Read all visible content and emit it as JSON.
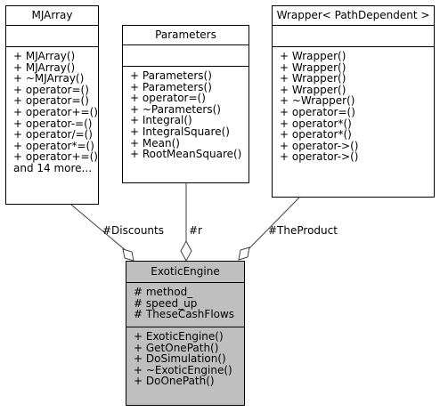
{
  "classes": {
    "mjarray": {
      "name": "MJArray",
      "attributes": [],
      "methods": [
        "+ MJArray()",
        "+ MJArray()",
        "+ ~MJArray()",
        "+ operator=()",
        "+ operator=()",
        "+ operator+=()",
        "+ operator-=()",
        "+ operator/=()",
        "+ operator*=()",
        "+ operator+=()",
        "and 14 more..."
      ]
    },
    "parameters": {
      "name": "Parameters",
      "attributes": [],
      "methods": [
        "+ Parameters()",
        "+ Parameters()",
        "+ operator=()",
        "+ ~Parameters()",
        "+ Integral()",
        "+ IntegralSquare()",
        "+ Mean()",
        "+ RootMeanSquare()"
      ]
    },
    "wrapper": {
      "name": "Wrapper< PathDependent >",
      "attributes": [],
      "methods": [
        "+ Wrapper()",
        "+ Wrapper()",
        "+ Wrapper()",
        "+ Wrapper()",
        "+ ~Wrapper()",
        "+ operator=()",
        "+ operator*()",
        "+ operator*()",
        "+ operator->()",
        "+ operator->()"
      ]
    },
    "exoticengine": {
      "name": "ExoticEngine",
      "attributes": [
        "# method_",
        "# speed_up",
        "# TheseCashFlows"
      ],
      "methods": [
        "+ ExoticEngine()",
        "+ GetOnePath()",
        "+ DoSimulation()",
        "+ ~ExoticEngine()",
        "+ DoOnePath()"
      ]
    }
  },
  "edges": {
    "discounts": "#Discounts",
    "r": "#r",
    "product": "#TheProduct"
  },
  "colors": {
    "highlight_fill": "#bfbfbf",
    "line": "#404040"
  }
}
